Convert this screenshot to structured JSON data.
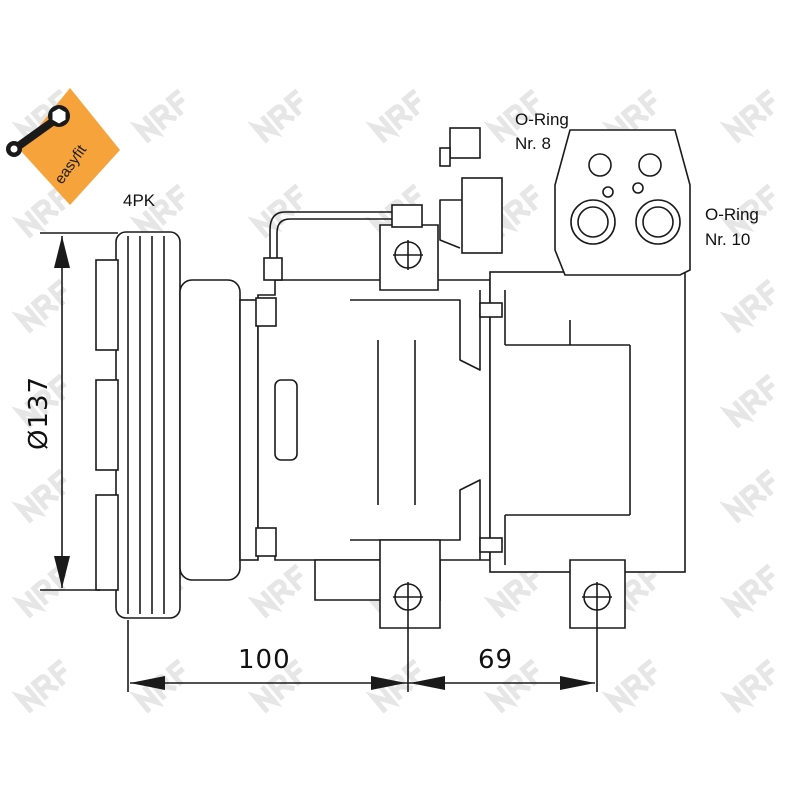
{
  "brand_badge": {
    "text": "easyfit",
    "color": "#f5a33a",
    "icon": "wrench-icon"
  },
  "watermark": {
    "text": "NRF",
    "color": "#e6e6e6"
  },
  "labels": {
    "belt": "4PK",
    "oring_8_line1": "O-Ring",
    "oring_8_line2": "Nr. 8",
    "oring_10_line1": "O-Ring",
    "oring_10_line2": "Nr. 10"
  },
  "dimensions": {
    "pulley_diameter": "Ø137",
    "pulley_to_mount": "100",
    "mount_to_mount": "69"
  }
}
